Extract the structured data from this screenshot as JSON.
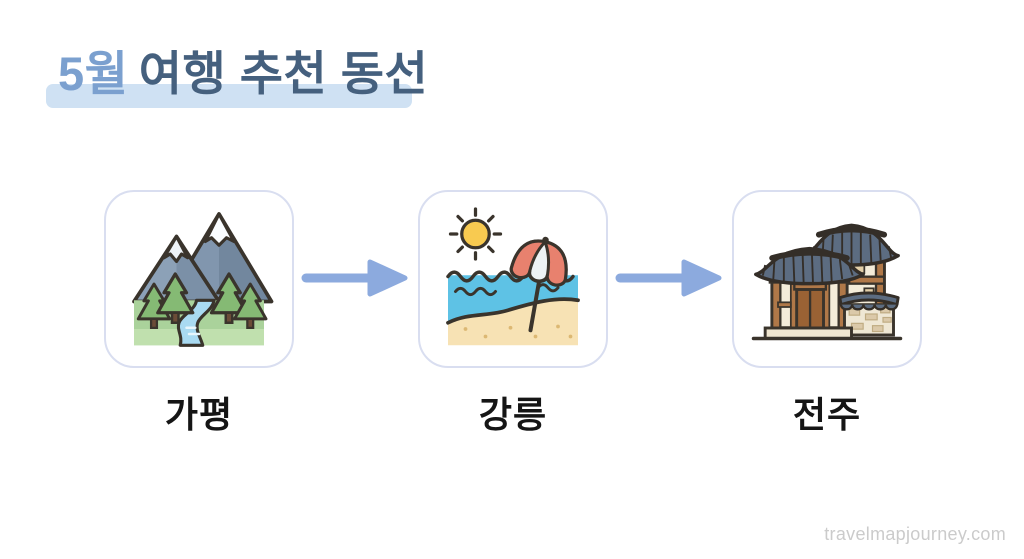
{
  "header": {
    "title_accent": "5월",
    "title_rest": "여행 추천 동선"
  },
  "route": {
    "stops": [
      {
        "label": "가평",
        "illustration": "mountains-and-river-icon"
      },
      {
        "label": "강릉",
        "illustration": "beach-sun-umbrella-icon"
      },
      {
        "label": "전주",
        "illustration": "hanok-house-icon"
      }
    ],
    "arrow_icon": "right-arrow-icon",
    "arrow_count": 2
  },
  "footer": {
    "watermark": "travelmapjourney.com"
  },
  "colors": {
    "title_accent": "#7ba0cf",
    "title_main": "#45607e",
    "title_highlight": "#cfe1f3",
    "card_border": "#d9def0",
    "arrow": "#8caade",
    "label_text": "#151515",
    "watermark": "#cbcbcb",
    "outline": "#3a342c",
    "mountain": "#8196ae",
    "snow": "#fafdff",
    "meadow": "#aad29b",
    "river": "#a9daf1",
    "pine": "#85ba74",
    "sun": "#f8ca50",
    "sea": "#5ec2e5",
    "sand": "#f7e2b4",
    "umbrella_red": "#e8816e",
    "roof": "#5c6c81",
    "wood": "#b07848",
    "wall": "#f4ecd9",
    "stone": "#efe7d4"
  }
}
